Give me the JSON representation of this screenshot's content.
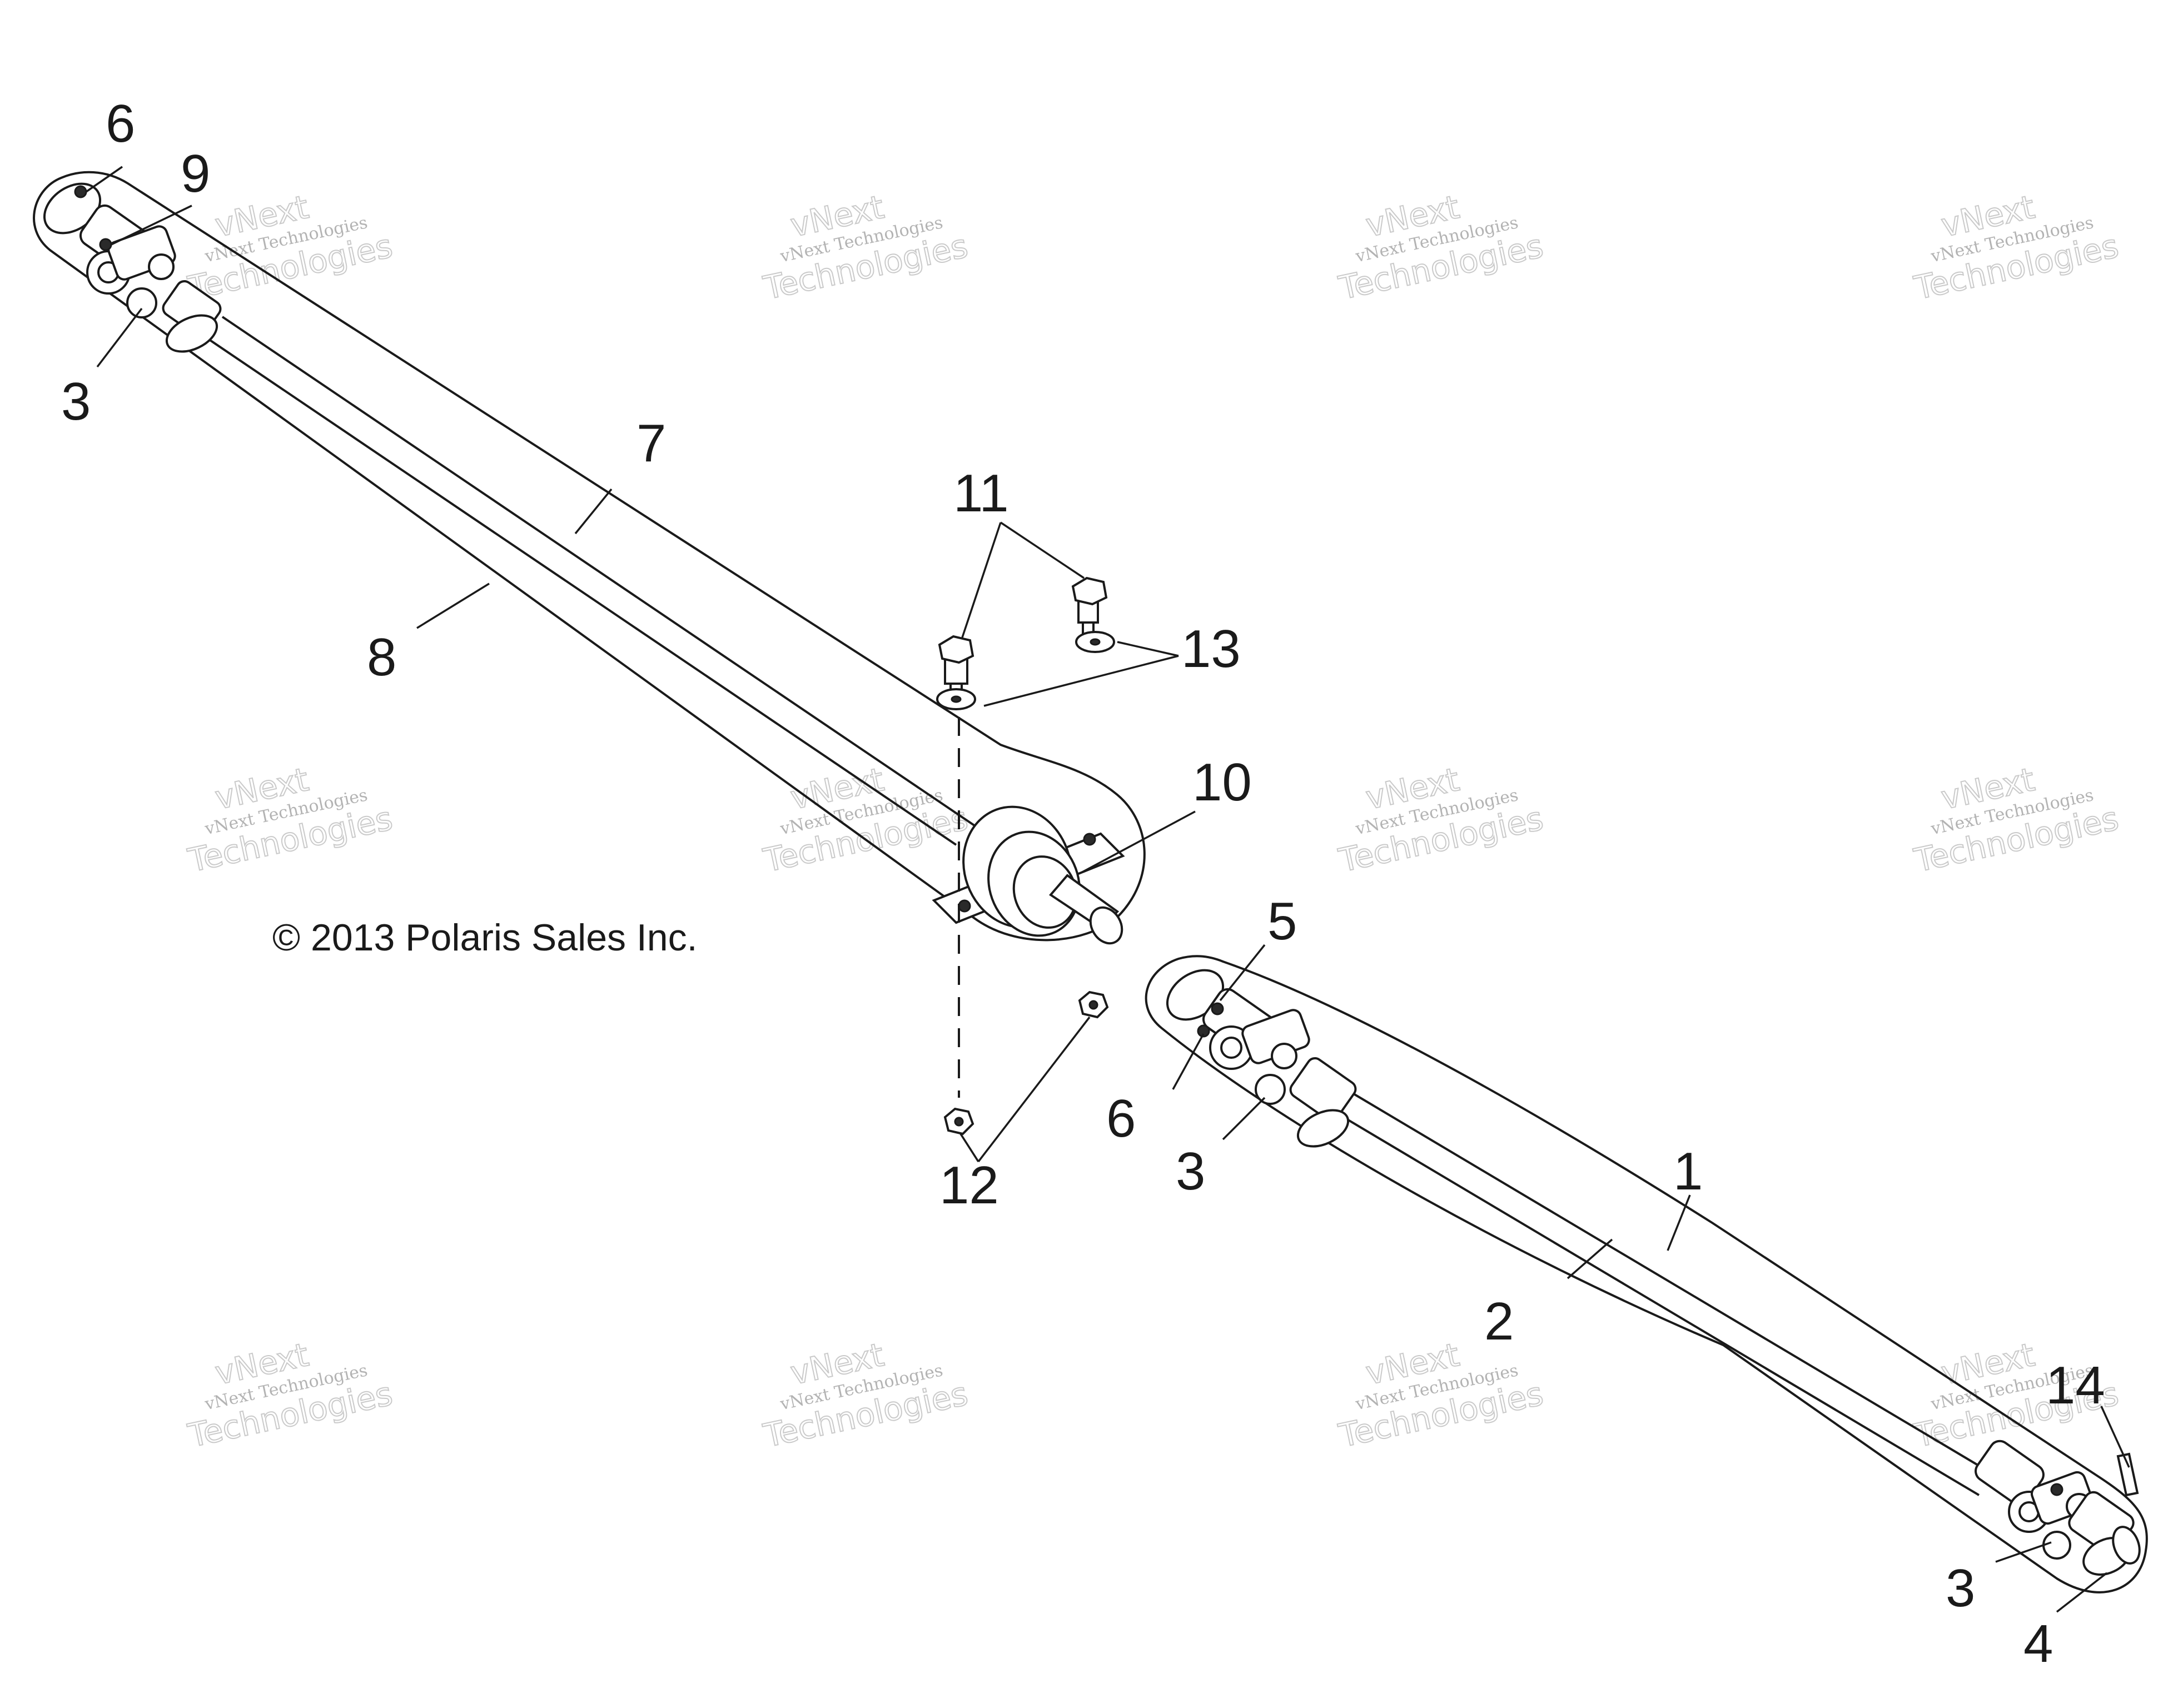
{
  "callouts": {
    "c1": "1",
    "c2": "2",
    "c3a": "3",
    "c3b": "3",
    "c3c": "3",
    "c4": "4",
    "c5": "5",
    "c6a": "6",
    "c6b": "6",
    "c7": "7",
    "c8": "8",
    "c9": "9",
    "c10": "10",
    "c11": "11",
    "c12": "12",
    "c13": "13",
    "c14": "14"
  },
  "copyright": "© 2013 Polaris Sales Inc.",
  "watermark": {
    "line1": "vNext Technologies",
    "line2": "Technologies",
    "prefix": "vNext"
  }
}
